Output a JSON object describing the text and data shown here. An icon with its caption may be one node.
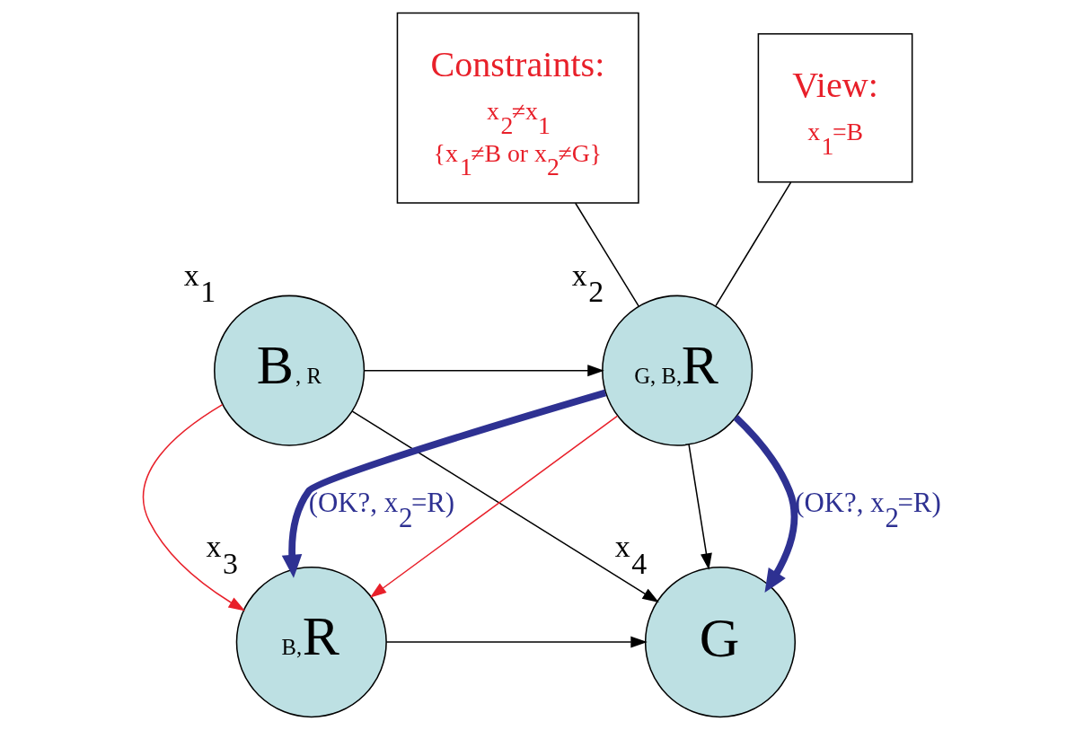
{
  "diagram": {
    "nodes": [
      {
        "text": [
          "Constraints:",
          "x$_{2}$≠x$_{1}$",
          "{x$_{1}$≠B or x$_{2}$≠G}"
        ]
      },
      {
        "text": [
          "View:",
          "x$_{1}$=B"
        ]
      },
      {
        "text": [
          "B",
          ", R"
        ],
        "beside": [
          "x$_{1}$"
        ]
      },
      {
        "text": [
          "G, B,",
          "R"
        ],
        "beside": [
          "x$_{2}$"
        ]
      },
      {
        "text": [
          "G"
        ],
        "beside": [
          "x$_{4}$"
        ]
      },
      {
        "text": [
          "B,",
          "R"
        ],
        "beside": [
          "x$_{3}$"
        ]
      }
    ],
    "edges": [
      {
        "from": 0,
        "to": 3,
        "arrow": "none"
      },
      {
        "from": 1,
        "to": 3,
        "arrow": "none"
      },
      {
        "from": 2,
        "to": 3,
        "arrow": "to"
      },
      {
        "from": 2,
        "to": 4,
        "arrow": "to"
      },
      {
        "from": 2,
        "to": 5,
        "arrow": "to",
        "color": "#e8202a"
      },
      {
        "from": 3,
        "to": 4,
        "arrow": "to"
      },
      {
        "from": 3,
        "to": 4,
        "arrow": "to",
        "style": "thick",
        "color": "#2e3192",
        "label": "(OK?, x$_{2}$=R)"
      },
      {
        "from": 3,
        "to": 5,
        "arrow": "to",
        "color": "#e8202a"
      },
      {
        "from": 3,
        "to": 5,
        "arrow": "to",
        "style": "thick",
        "color": "#2e3192",
        "label": "(OK?, x$_{2}$=R)"
      },
      {
        "from": 5,
        "to": 4,
        "arrow": "to"
      }
    ]
  }
}
